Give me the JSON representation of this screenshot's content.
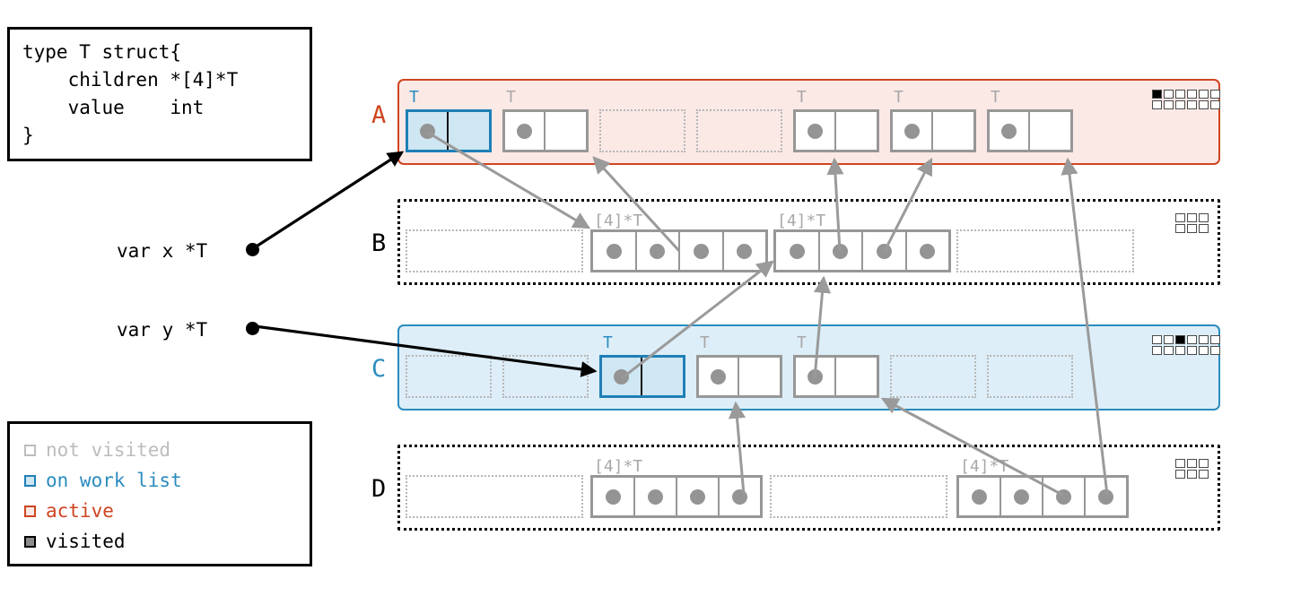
{
  "code_box": {
    "name": "type-definition",
    "text": "type T struct{\n    children *[4]*T\n    value    int\n}"
  },
  "legend": {
    "items": [
      {
        "label": "not visited",
        "swatch_fill": "#ffffff",
        "swatch_border": "#bdbdbd",
        "text_color": "#bdbdbd"
      },
      {
        "label": "on work list",
        "swatch_fill": "#cfe6f3",
        "swatch_border": "#1f7fb6",
        "text_color": "#2b8cbe"
      },
      {
        "label": "active",
        "swatch_fill": "#fbe9e6",
        "swatch_border": "#cf4520",
        "text_color": "#cf4520"
      },
      {
        "label": "visited",
        "swatch_fill": "#8c8c8c",
        "swatch_border": "#000000",
        "text_color": "#000000"
      }
    ]
  },
  "variables": [
    {
      "label": "var x *T",
      "name": "var-x"
    },
    {
      "label": "var y *T",
      "name": "var-y"
    }
  ],
  "rows": [
    {
      "letter": "A",
      "letter_color": "#cf4520",
      "state": "active",
      "bitmap": {
        "rows": 2,
        "cols": 6,
        "filled": [
          [
            0,
            0
          ]
        ]
      },
      "slots": [
        {
          "kind": "T",
          "highlight": true,
          "tag": "T",
          "tag_color": "#2b8cbe",
          "has_pointer": true
        },
        {
          "kind": "T",
          "highlight": false,
          "tag": "T",
          "tag_color": "#a8a8a8",
          "has_pointer": true
        },
        {
          "kind": "empty"
        },
        {
          "kind": "empty"
        },
        {
          "kind": "T",
          "highlight": false,
          "tag": "T",
          "tag_color": "#a8a8a8",
          "has_pointer": true
        },
        {
          "kind": "T",
          "highlight": false,
          "tag": "T",
          "tag_color": "#a8a8a8",
          "has_pointer": true
        },
        {
          "kind": "T",
          "highlight": false,
          "tag": "T",
          "tag_color": "#a8a8a8",
          "has_pointer": true
        }
      ]
    },
    {
      "letter": "B",
      "letter_color": "#000000",
      "state": "plain",
      "bitmap": {
        "rows": 2,
        "cols": 3,
        "filled": []
      },
      "slots": [
        {
          "kind": "empty-wide"
        },
        {
          "kind": "array",
          "tag": "[4]*T",
          "tag_color": "#a8a8a8",
          "cells": 4
        },
        {
          "kind": "array",
          "tag": "[4]*T",
          "tag_color": "#a8a8a8",
          "cells": 4
        },
        {
          "kind": "empty-wide"
        }
      ]
    },
    {
      "letter": "C",
      "letter_color": "#2b8cbe",
      "state": "worklist",
      "bitmap": {
        "rows": 2,
        "cols": 6,
        "filled": [
          [
            0,
            2
          ]
        ]
      },
      "slots": [
        {
          "kind": "empty"
        },
        {
          "kind": "empty"
        },
        {
          "kind": "T",
          "highlight": true,
          "tag": "T",
          "tag_color": "#2b8cbe",
          "has_pointer": true
        },
        {
          "kind": "T",
          "highlight": false,
          "tag": "T",
          "tag_color": "#a8a8a8",
          "has_pointer": true
        },
        {
          "kind": "T",
          "highlight": false,
          "tag": "T",
          "tag_color": "#a8a8a8",
          "has_pointer": true
        },
        {
          "kind": "empty"
        },
        {
          "kind": "empty"
        }
      ]
    },
    {
      "letter": "D",
      "letter_color": "#000000",
      "state": "plain",
      "bitmap": {
        "rows": 2,
        "cols": 3,
        "filled": []
      },
      "slots": [
        {
          "kind": "empty-wide"
        },
        {
          "kind": "array",
          "tag": "[4]*T",
          "tag_color": "#a8a8a8",
          "cells": 4
        },
        {
          "kind": "empty-wide"
        },
        {
          "kind": "array",
          "tag": "[4]*T",
          "tag_color": "#a8a8a8",
          "cells": 4
        }
      ]
    }
  ],
  "colors": {
    "active_fill": "#fbe9e6",
    "active_border": "#cf4520",
    "worklist_fill": "#ddeef8",
    "worklist_border": "#2b8cbe",
    "cell_border": "#979797",
    "pointer_dot": "#949494",
    "arrow_gray": "#9a9a9a",
    "arrow_black": "#000000",
    "tag_gray": "#a8a8a8"
  }
}
